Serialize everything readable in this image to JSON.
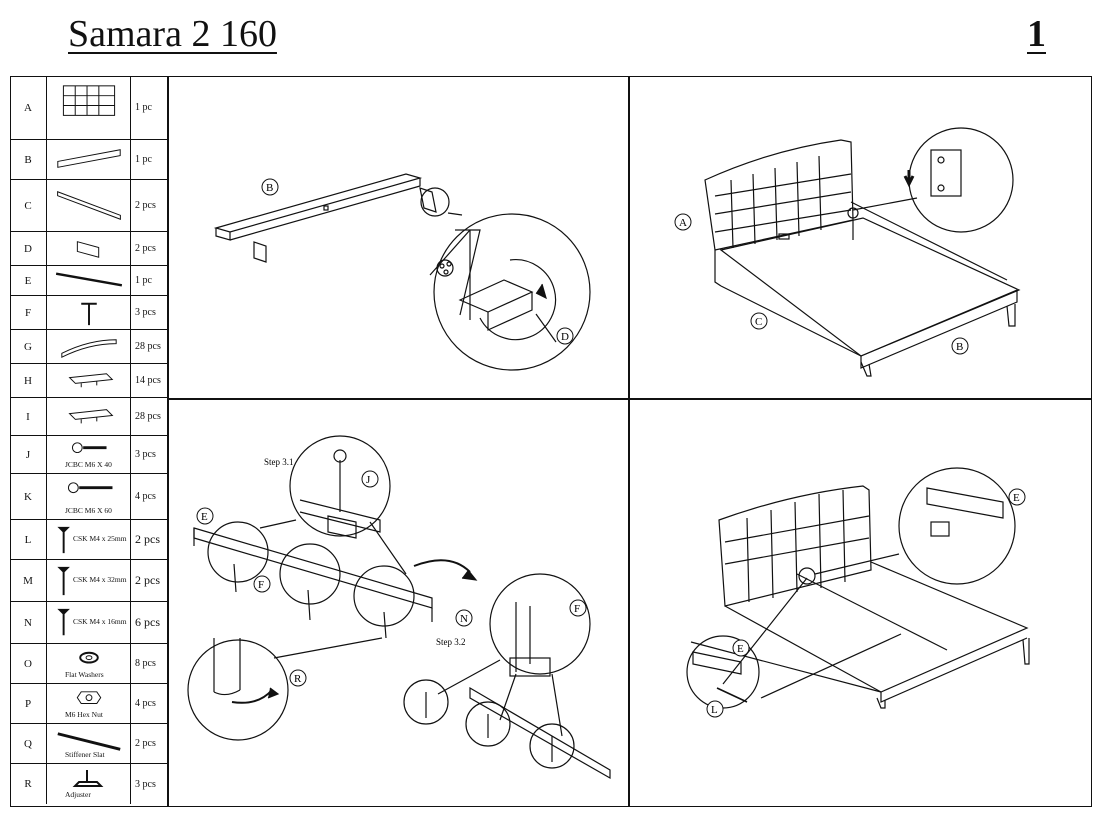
{
  "header": {
    "title": "Samara 2 160",
    "page_number": "1"
  },
  "parts": [
    {
      "letter": "A",
      "qty": "1 pc",
      "spec": ""
    },
    {
      "letter": "B",
      "qty": "1 pc",
      "spec": ""
    },
    {
      "letter": "C",
      "qty": "2 pcs",
      "spec": ""
    },
    {
      "letter": "D",
      "qty": "2 pcs",
      "spec": ""
    },
    {
      "letter": "E",
      "qty": "1 pc",
      "spec": ""
    },
    {
      "letter": "F",
      "qty": "3 pcs",
      "spec": ""
    },
    {
      "letter": "G",
      "qty": "28 pcs",
      "spec": ""
    },
    {
      "letter": "H",
      "qty": "14 pcs",
      "spec": ""
    },
    {
      "letter": "I",
      "qty": "28 pcs",
      "spec": ""
    },
    {
      "letter": "J",
      "qty": "3 pcs",
      "spec": "JCBC M6 X 40"
    },
    {
      "letter": "K",
      "qty": "4 pcs",
      "spec": "JCBC M6 X 60"
    },
    {
      "letter": "L",
      "qty": "2 pcs",
      "spec": "CSK M4 x 25mm"
    },
    {
      "letter": "M",
      "qty": "2 pcs",
      "spec": "CSK M4 x 32mm"
    },
    {
      "letter": "N",
      "qty": "6 pcs",
      "spec": "CSK M4 x 16mm"
    },
    {
      "letter": "O",
      "qty": "8 pcs",
      "spec": "Flat Washers"
    },
    {
      "letter": "P",
      "qty": "4 pcs",
      "spec": "M6 Hex Nut"
    },
    {
      "letter": "Q",
      "qty": "2 pcs",
      "spec": "Stiffener Slat"
    },
    {
      "letter": "R",
      "qty": "3 pcs",
      "spec": "Adjuster"
    }
  ],
  "steps": {
    "step1": {
      "labels": [
        "B",
        "D"
      ]
    },
    "step2": {
      "labels": [
        "A",
        "C",
        "B"
      ]
    },
    "step3": {
      "step31": "Step 3.1",
      "step32": "Step 3.2",
      "labels": [
        "J",
        "E",
        "F",
        "R",
        "N",
        "F"
      ]
    },
    "step4": {
      "labels": [
        "E",
        "E",
        "L"
      ]
    }
  }
}
